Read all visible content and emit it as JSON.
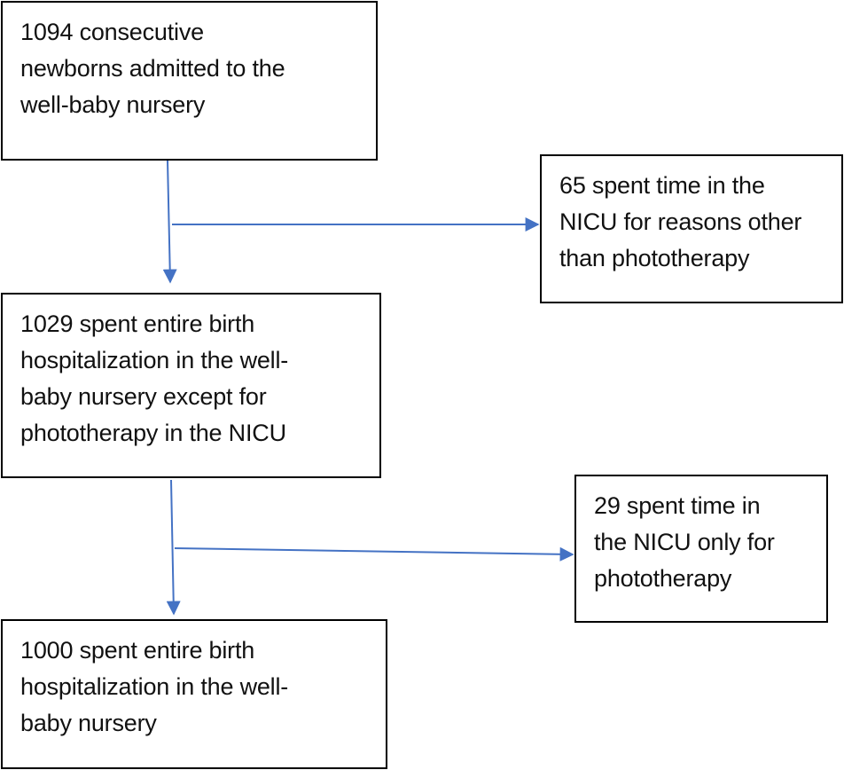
{
  "diagram": {
    "colors": {
      "arrow": "#4472c4",
      "box_border": "#000000",
      "text": "#111111"
    },
    "nodes": [
      {
        "id": "box-1",
        "lines": [
          "1094 consecutive",
          "newborns admitted to the",
          "well-baby nursery"
        ]
      },
      {
        "id": "box-2",
        "lines": [
          "65 spent time in the",
          "NICU for reasons other",
          "than phototherapy"
        ]
      },
      {
        "id": "box-3",
        "lines": [
          "1029 spent entire birth",
          "hospitalization in the well-",
          "baby nursery except for",
          "phototherapy in the NICU"
        ]
      },
      {
        "id": "box-4",
        "lines": [
          "29 spent time in",
          "the NICU only for",
          "phototherapy"
        ]
      },
      {
        "id": "box-5",
        "lines": [
          "1000 spent entire birth",
          "hospitalization in the well-",
          "baby nursery"
        ]
      }
    ],
    "edges": [
      {
        "from": "box-1",
        "to": "box-3",
        "kind": "main-flow"
      },
      {
        "from": "box-1",
        "to": "box-2",
        "kind": "exclusion"
      },
      {
        "from": "box-3",
        "to": "box-5",
        "kind": "main-flow"
      },
      {
        "from": "box-3",
        "to": "box-4",
        "kind": "exclusion"
      }
    ]
  }
}
